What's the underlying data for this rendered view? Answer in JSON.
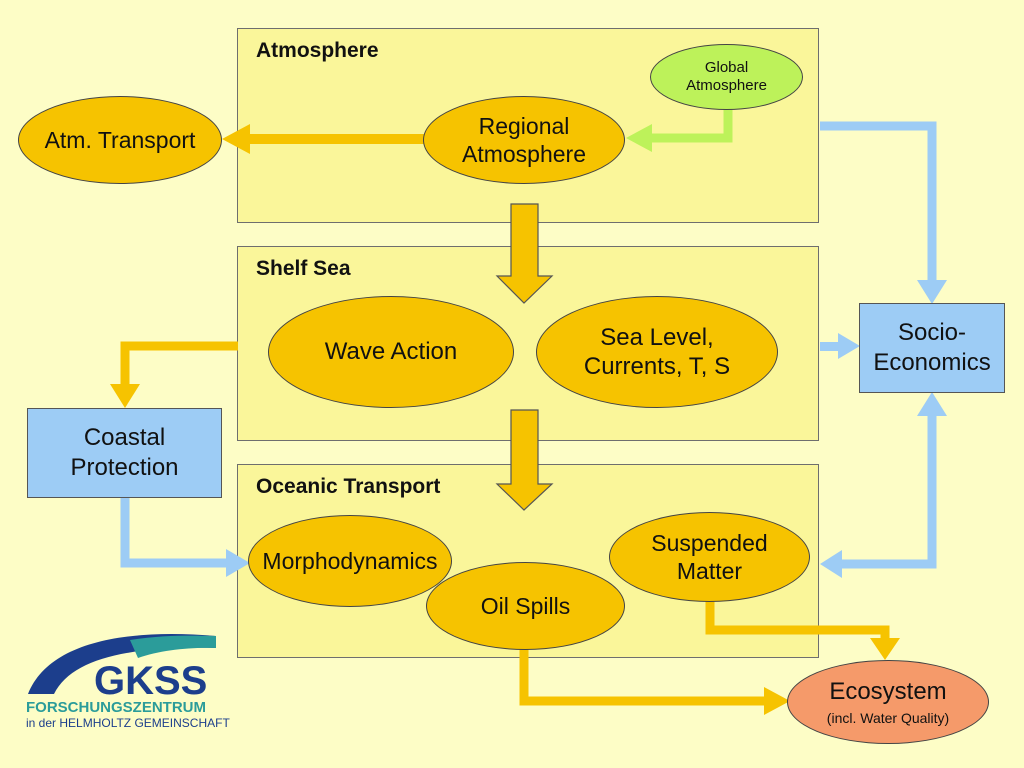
{
  "colors": {
    "background": "#FDFDC6",
    "panel": "#FAF69A",
    "process": "#F6C300",
    "external": "#9DCCF5",
    "ecosystem": "#F59A6A",
    "global": "#BDF25A",
    "arrow_orange": "#F6C300",
    "arrow_blue": "#9DCCF5",
    "arrow_green": "#BDF25A",
    "logo_navy": "#1C3E8C",
    "logo_teal": "#2B9C9A"
  },
  "panels": {
    "atmosphere": "Atmosphere",
    "shelf_sea": "Shelf Sea",
    "oceanic_transport": "Oceanic Transport"
  },
  "nodes": {
    "global_atmosphere": "Global\nAtmosphere",
    "regional_atmosphere": "Regional\nAtmosphere",
    "atm_transport": "Atm. Transport",
    "wave_action": "Wave Action",
    "sea_level": "Sea Level,\nCurrents, T, S",
    "socio_economics": "Socio-\nEconomics",
    "coastal_protection": "Coastal\nProtection",
    "morphodynamics": "Morphodynamics",
    "suspended_matter": "Suspended\nMatter",
    "oil_spills": "Oil Spills",
    "ecosystem": "Ecosystem",
    "ecosystem_sub": "(incl. Water Quality)"
  },
  "logo": {
    "name": "GKSS",
    "line1": "FORSCHUNGSZENTRUM",
    "line2": "in der HELMHOLTZ GEMEINSCHAFT"
  }
}
